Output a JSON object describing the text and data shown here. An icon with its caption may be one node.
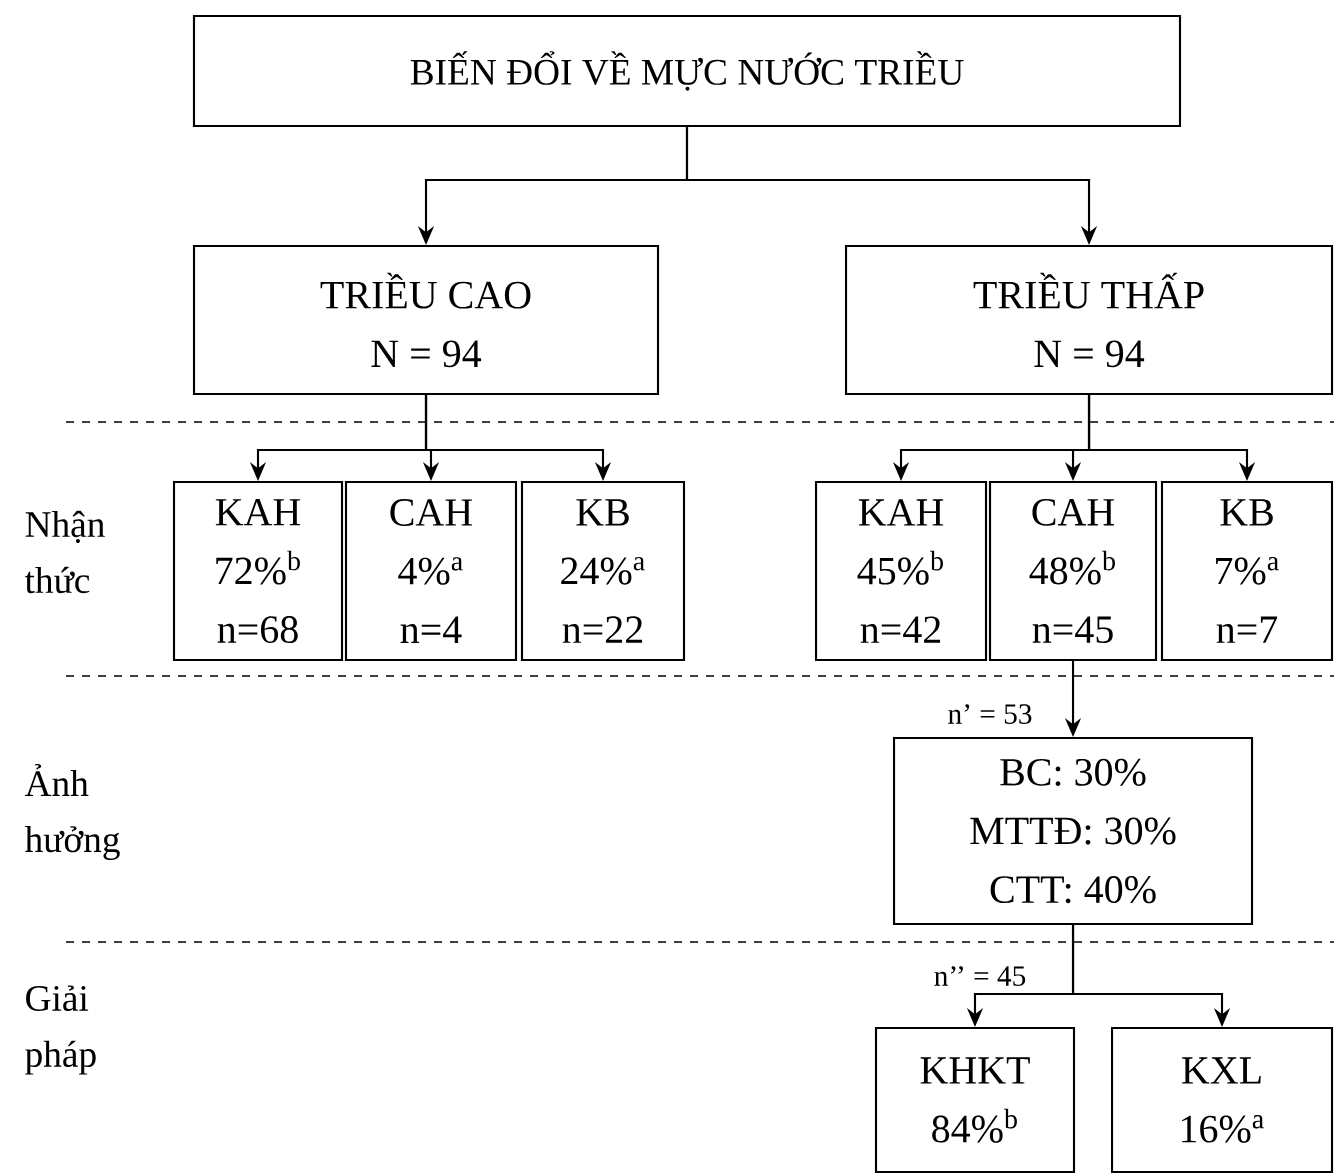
{
  "diagram": {
    "nodes": [
      {
        "text": [
          "BIẾN ĐỔI VỀ MỰC NƯỚC TRIỀU"
        ]
      },
      {
        "text": [
          "TRIỀU CAO",
          "N = 94"
        ]
      },
      {
        "text": [
          "TRIỀU THẤP",
          "N = 94"
        ]
      },
      {
        "text": [
          "KAH",
          "72%$^{b}$",
          "n=68"
        ]
      },
      {
        "text": [
          "CAH",
          "4%$^{a}$",
          "n=4"
        ]
      },
      {
        "text": [
          "KB",
          "24%$^{a}$",
          "n=22"
        ]
      },
      {
        "text": [
          "KAH",
          "45%$^{b}$",
          "n=42"
        ]
      },
      {
        "text": [
          "CAH",
          "48%$^{b}$",
          "n=45"
        ]
      },
      {
        "text": [
          "KB",
          "7%$^{a}$",
          "n=7"
        ]
      },
      {
        "text": [
          "BC: 30%",
          "MTTĐ: 30%",
          "CTT: 40%"
        ]
      },
      {
        "text": [
          "KHKT",
          "84%$^{b}$"
        ]
      },
      {
        "text": [
          "KXL",
          "16%$^{a}$"
        ]
      }
    ],
    "edges": [
      {
        "from": 0,
        "to": 1,
        "arrow": "to"
      },
      {
        "from": 0,
        "to": 2,
        "arrow": "to"
      },
      {
        "from": 1,
        "to": 3,
        "arrow": "to"
      },
      {
        "from": 1,
        "to": 4,
        "arrow": "to"
      },
      {
        "from": 1,
        "to": 5,
        "arrow": "to"
      },
      {
        "from": 2,
        "to": 6,
        "arrow": "to"
      },
      {
        "from": 2,
        "to": 7,
        "arrow": "to"
      },
      {
        "from": 2,
        "to": 8,
        "arrow": "to"
      },
      {
        "from": 7,
        "to": 9,
        "arrow": "to"
      },
      {
        "from": 9,
        "to": 10,
        "arrow": "to"
      },
      {
        "from": 9,
        "to": 11,
        "arrow": "to"
      }
    ],
    "labels": [
      "Nhận thức",
      "Ảnh hưởng",
      "Giải pháp",
      "n’ = 53",
      "n’’ = 45"
    ]
  }
}
